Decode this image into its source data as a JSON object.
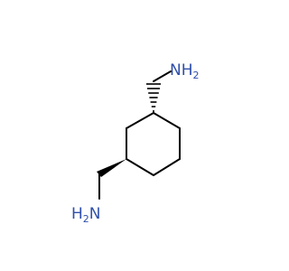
{
  "molecule": {
    "top_group": {
      "atom": "N",
      "hydrogen": "H",
      "count": "2"
    },
    "bottom_group": {
      "atom": "N",
      "hydrogen": "H",
      "count": "2"
    },
    "colors": {
      "bond": "#000000",
      "nitrogen": "#2f4faa"
    }
  }
}
